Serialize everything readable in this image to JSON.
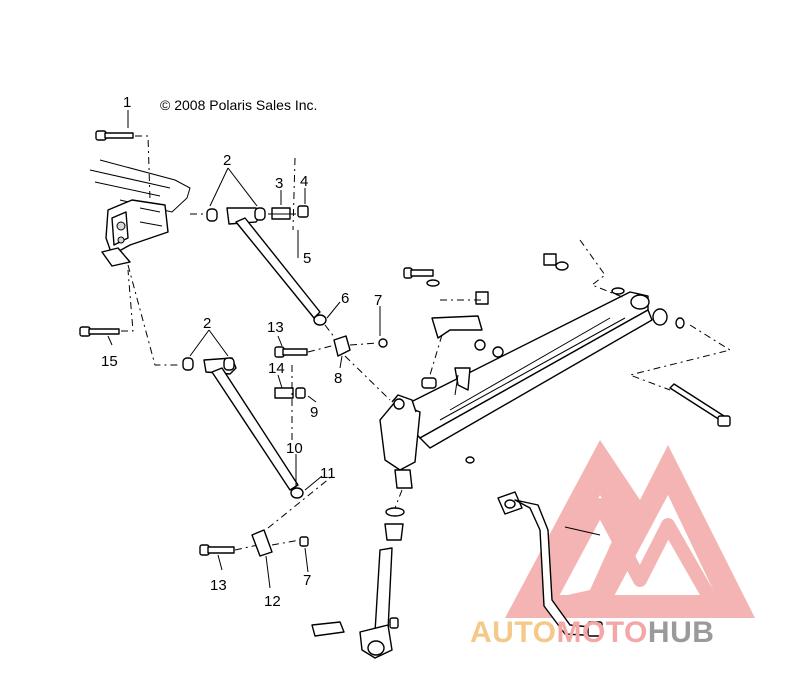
{
  "copyright": "© 2008 Polaris Sales Inc.",
  "callouts": {
    "c1": "1",
    "c2a": "2",
    "c2b": "2",
    "c3": "3",
    "c4": "4",
    "c5": "5",
    "c6": "6",
    "c7a": "7",
    "c7b": "7",
    "c8": "8",
    "c9": "9",
    "c10": "10",
    "c11": "11",
    "c12": "12",
    "c13a": "13",
    "c13b": "13",
    "c14": "14",
    "c15": "15"
  },
  "watermark": {
    "part1": "AUTO",
    "part2": "MOTO",
    "part3": "HUB",
    "colors": {
      "primary": "#f0a0a0",
      "orange": "#f5c98a",
      "dark": "#999999"
    }
  }
}
